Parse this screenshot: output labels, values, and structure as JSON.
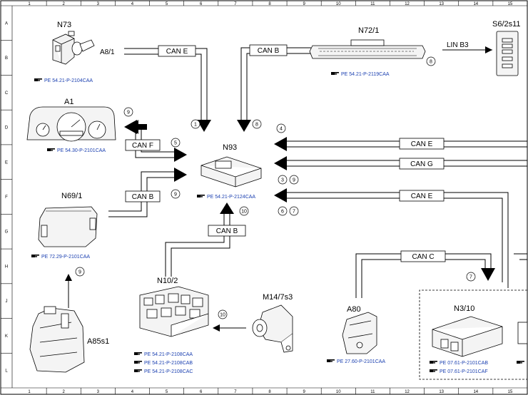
{
  "grid": {
    "columns": [
      "1",
      "2",
      "3",
      "4",
      "5",
      "6",
      "7",
      "8",
      "9",
      "10",
      "11",
      "12",
      "13",
      "14",
      "15"
    ],
    "rows": [
      "A",
      "B",
      "C",
      "D",
      "E",
      "F",
      "G",
      "H",
      "J",
      "K",
      "L"
    ]
  },
  "components": {
    "n73": "N73",
    "a8_1": "A8/1",
    "n72_1": "N72/1",
    "s6_2s11": "S6/2s11",
    "a1": "A1",
    "n93": "N93",
    "n69_1": "N69/1",
    "n10_2": "N10/2",
    "m14_7s3": "M14/7s3",
    "a80": "A80",
    "a85s1": "A85s1",
    "n3_10": "N3/10"
  },
  "refs": {
    "n73": "PE 54.21-P-2104CAA",
    "n72_1": "PE 54.21-P-2119CAA",
    "a1": "PE 54.30-P-2101CAA",
    "n93": "PE 54.21-P-2124CAA",
    "n69_1": "PE 72.29-P-2101CAA",
    "n10_2_a": "PE 54.21-P-2108CAA",
    "n10_2_b": "PE 54.21-P-2108CAB",
    "n10_2_c": "PE 54.21-P-2108CAC",
    "a80": "PE 27.60-P-2101CAA",
    "n3_10_a": "PE 07.61-P-2101CAB",
    "n3_10_b": "PE 07.61-P-2101CAF"
  },
  "buses": {
    "can_e_top": "CAN E",
    "can_b_top": "CAN B",
    "lin_b3": "LIN B3",
    "can_f": "CAN F",
    "can_b_left": "CAN B",
    "can_e_r1": "CAN E",
    "can_g": "CAN G",
    "can_e_r2": "CAN E",
    "can_b_bottom": "CAN B",
    "can_c": "CAN C"
  },
  "circles": {
    "c8_n72": "8",
    "c9_a1": "9",
    "c1": "1",
    "c8": "8",
    "c4": "4",
    "c5": "5",
    "c3": "3",
    "c9_n93": "9",
    "c9_n69": "9",
    "c6": "6",
    "c7_n93": "7",
    "c10_n93": "10",
    "c9_a85": "9",
    "c10_n10": "10",
    "c7_n3": "7"
  },
  "ref_icon": "pointing-hand-icon",
  "colors": {
    "reference_link": "#1a3fb0",
    "line": "#000000"
  }
}
